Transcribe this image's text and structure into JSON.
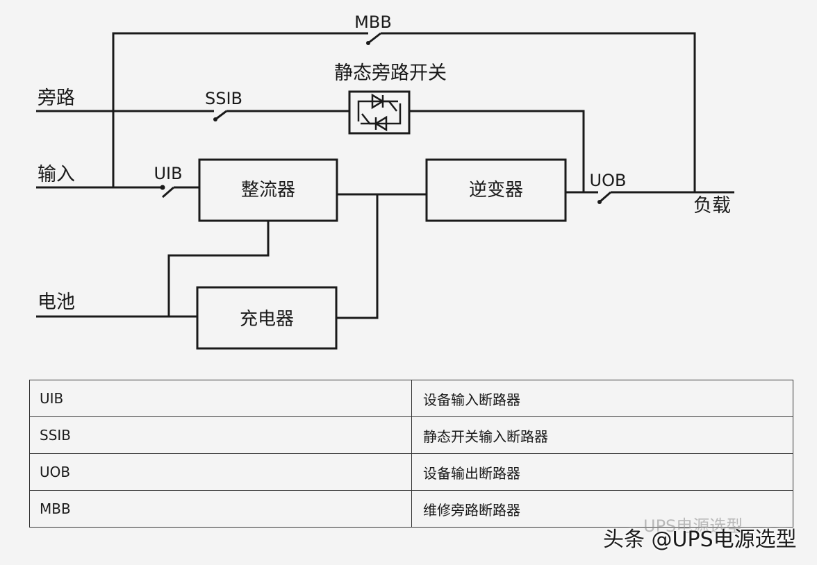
{
  "diagram": {
    "labels": {
      "mbb": "MBB",
      "static_bypass_switch": "静态旁路开关",
      "bypass": "旁路",
      "ssib": "SSIB",
      "input": "输入",
      "uib": "UIB",
      "uob": "UOB",
      "load": "负载",
      "battery": "电池"
    },
    "blocks": {
      "rectifier": "整流器",
      "inverter": "逆变器",
      "charger": "充电器"
    }
  },
  "legend": {
    "rows": [
      {
        "code": "UIB",
        "desc": "设备输入断路器"
      },
      {
        "code": "SSIB",
        "desc": "静态开关输入断路器"
      },
      {
        "code": "UOB",
        "desc": "设备输出断路器"
      },
      {
        "code": "MBB",
        "desc": "维修旁路断路器"
      }
    ]
  },
  "watermark": {
    "text": "头条 @UPS电源选型",
    "ghost_text": "UPS电源选型"
  }
}
